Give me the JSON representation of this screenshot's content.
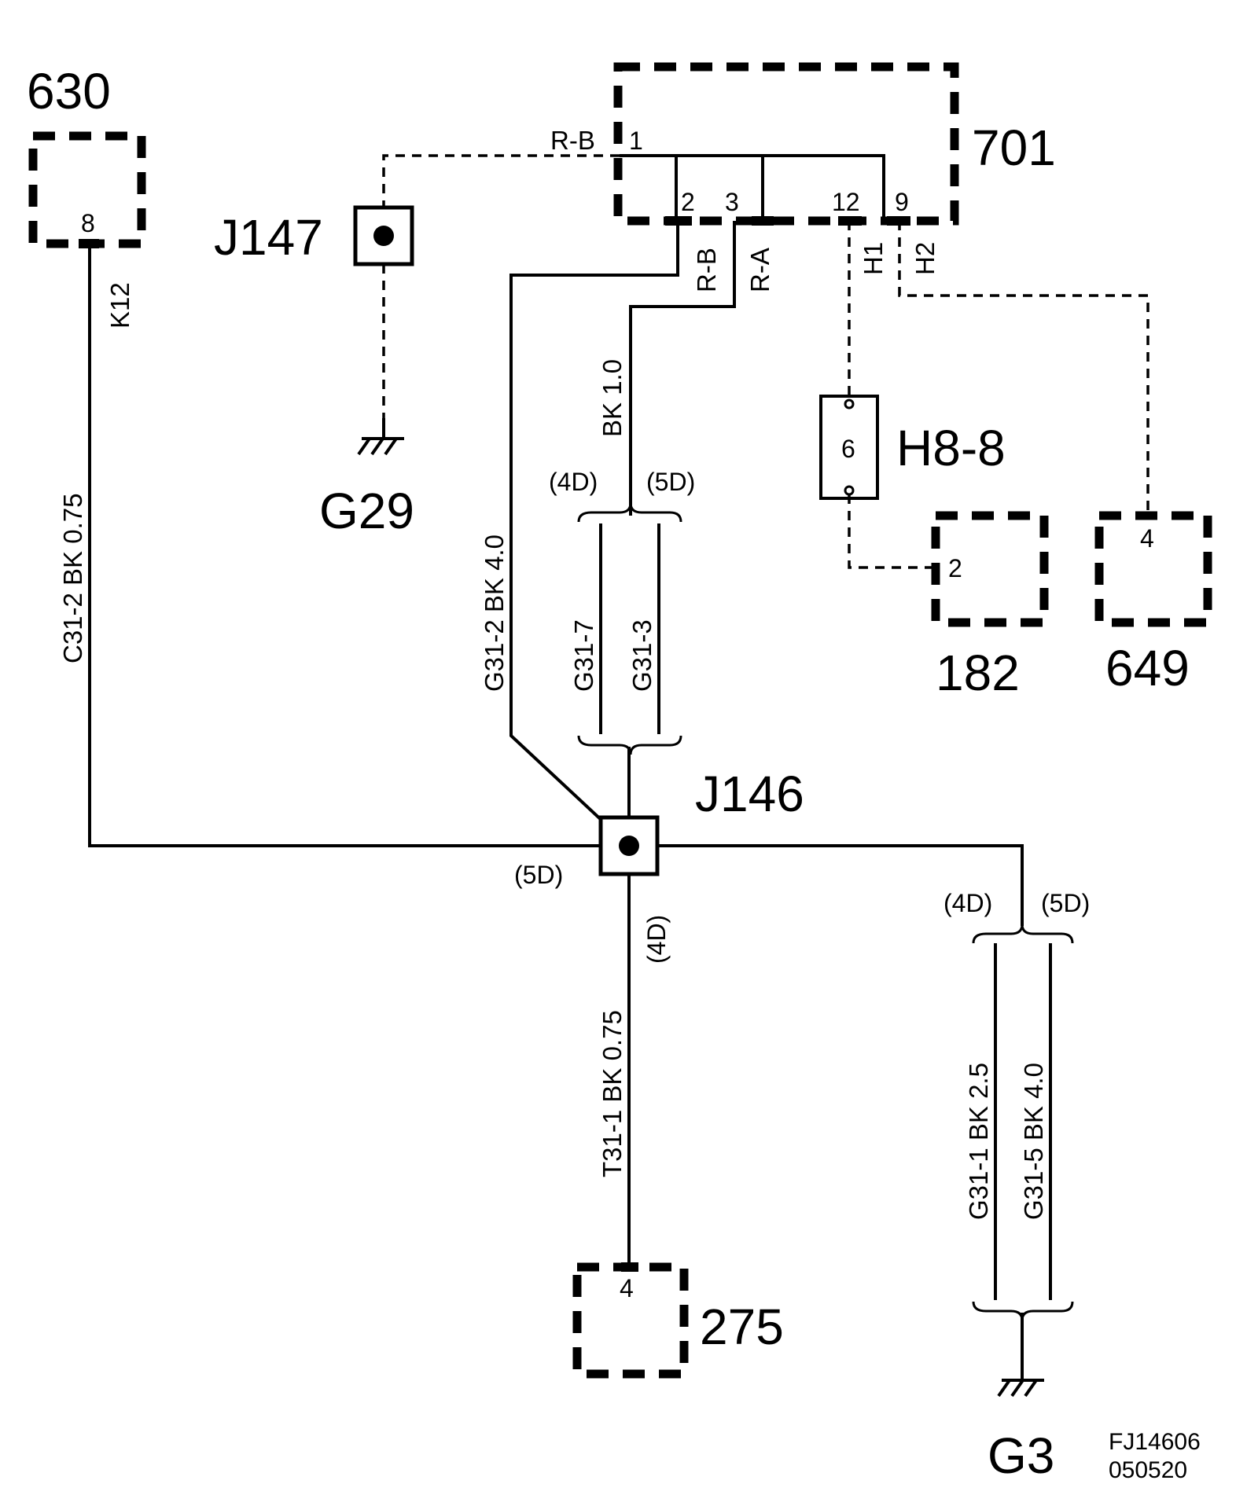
{
  "components": {
    "c630": {
      "label": "630",
      "pin": "8"
    },
    "c701": {
      "label": "701",
      "pins": [
        "1",
        "2",
        "3",
        "12",
        "9"
      ]
    },
    "c182": {
      "label": "182",
      "pin": "2"
    },
    "c649": {
      "label": "649",
      "pin": "4"
    },
    "c275": {
      "label": "275",
      "pin": "4"
    }
  },
  "splices": {
    "j147": "J147",
    "j146": "J146"
  },
  "connector": {
    "label": "H8-8",
    "pin": "6"
  },
  "grounds": {
    "g29": "G29",
    "g3": "G3"
  },
  "wires": {
    "k12": "K12",
    "c31_2": "C31-2  BK  0.75",
    "rb_top": "R-B",
    "rb_pin2": "R-B",
    "ra_pin3": "R-A",
    "h1": "H1",
    "h2": "H2",
    "bk_1_0": "BK   1.0",
    "g31_2": "G31-2  BK  4.0",
    "g31_7": "G31-7",
    "g31_3": "G31-3",
    "t31_1": "T31-1  BK  0.75",
    "g31_1": "G31-1  BK  2.5",
    "g31_5": "G31-5  BK  4.0"
  },
  "variants": {
    "upper_4d": "(4D)",
    "upper_5d": "(5D)",
    "j146_5d": "(5D)",
    "j146_4d": "(4D)",
    "lower_4d": "(4D)",
    "lower_5d": "(5D)"
  },
  "figure_code": {
    "line1": "FJ14606",
    "line2": "050520"
  }
}
